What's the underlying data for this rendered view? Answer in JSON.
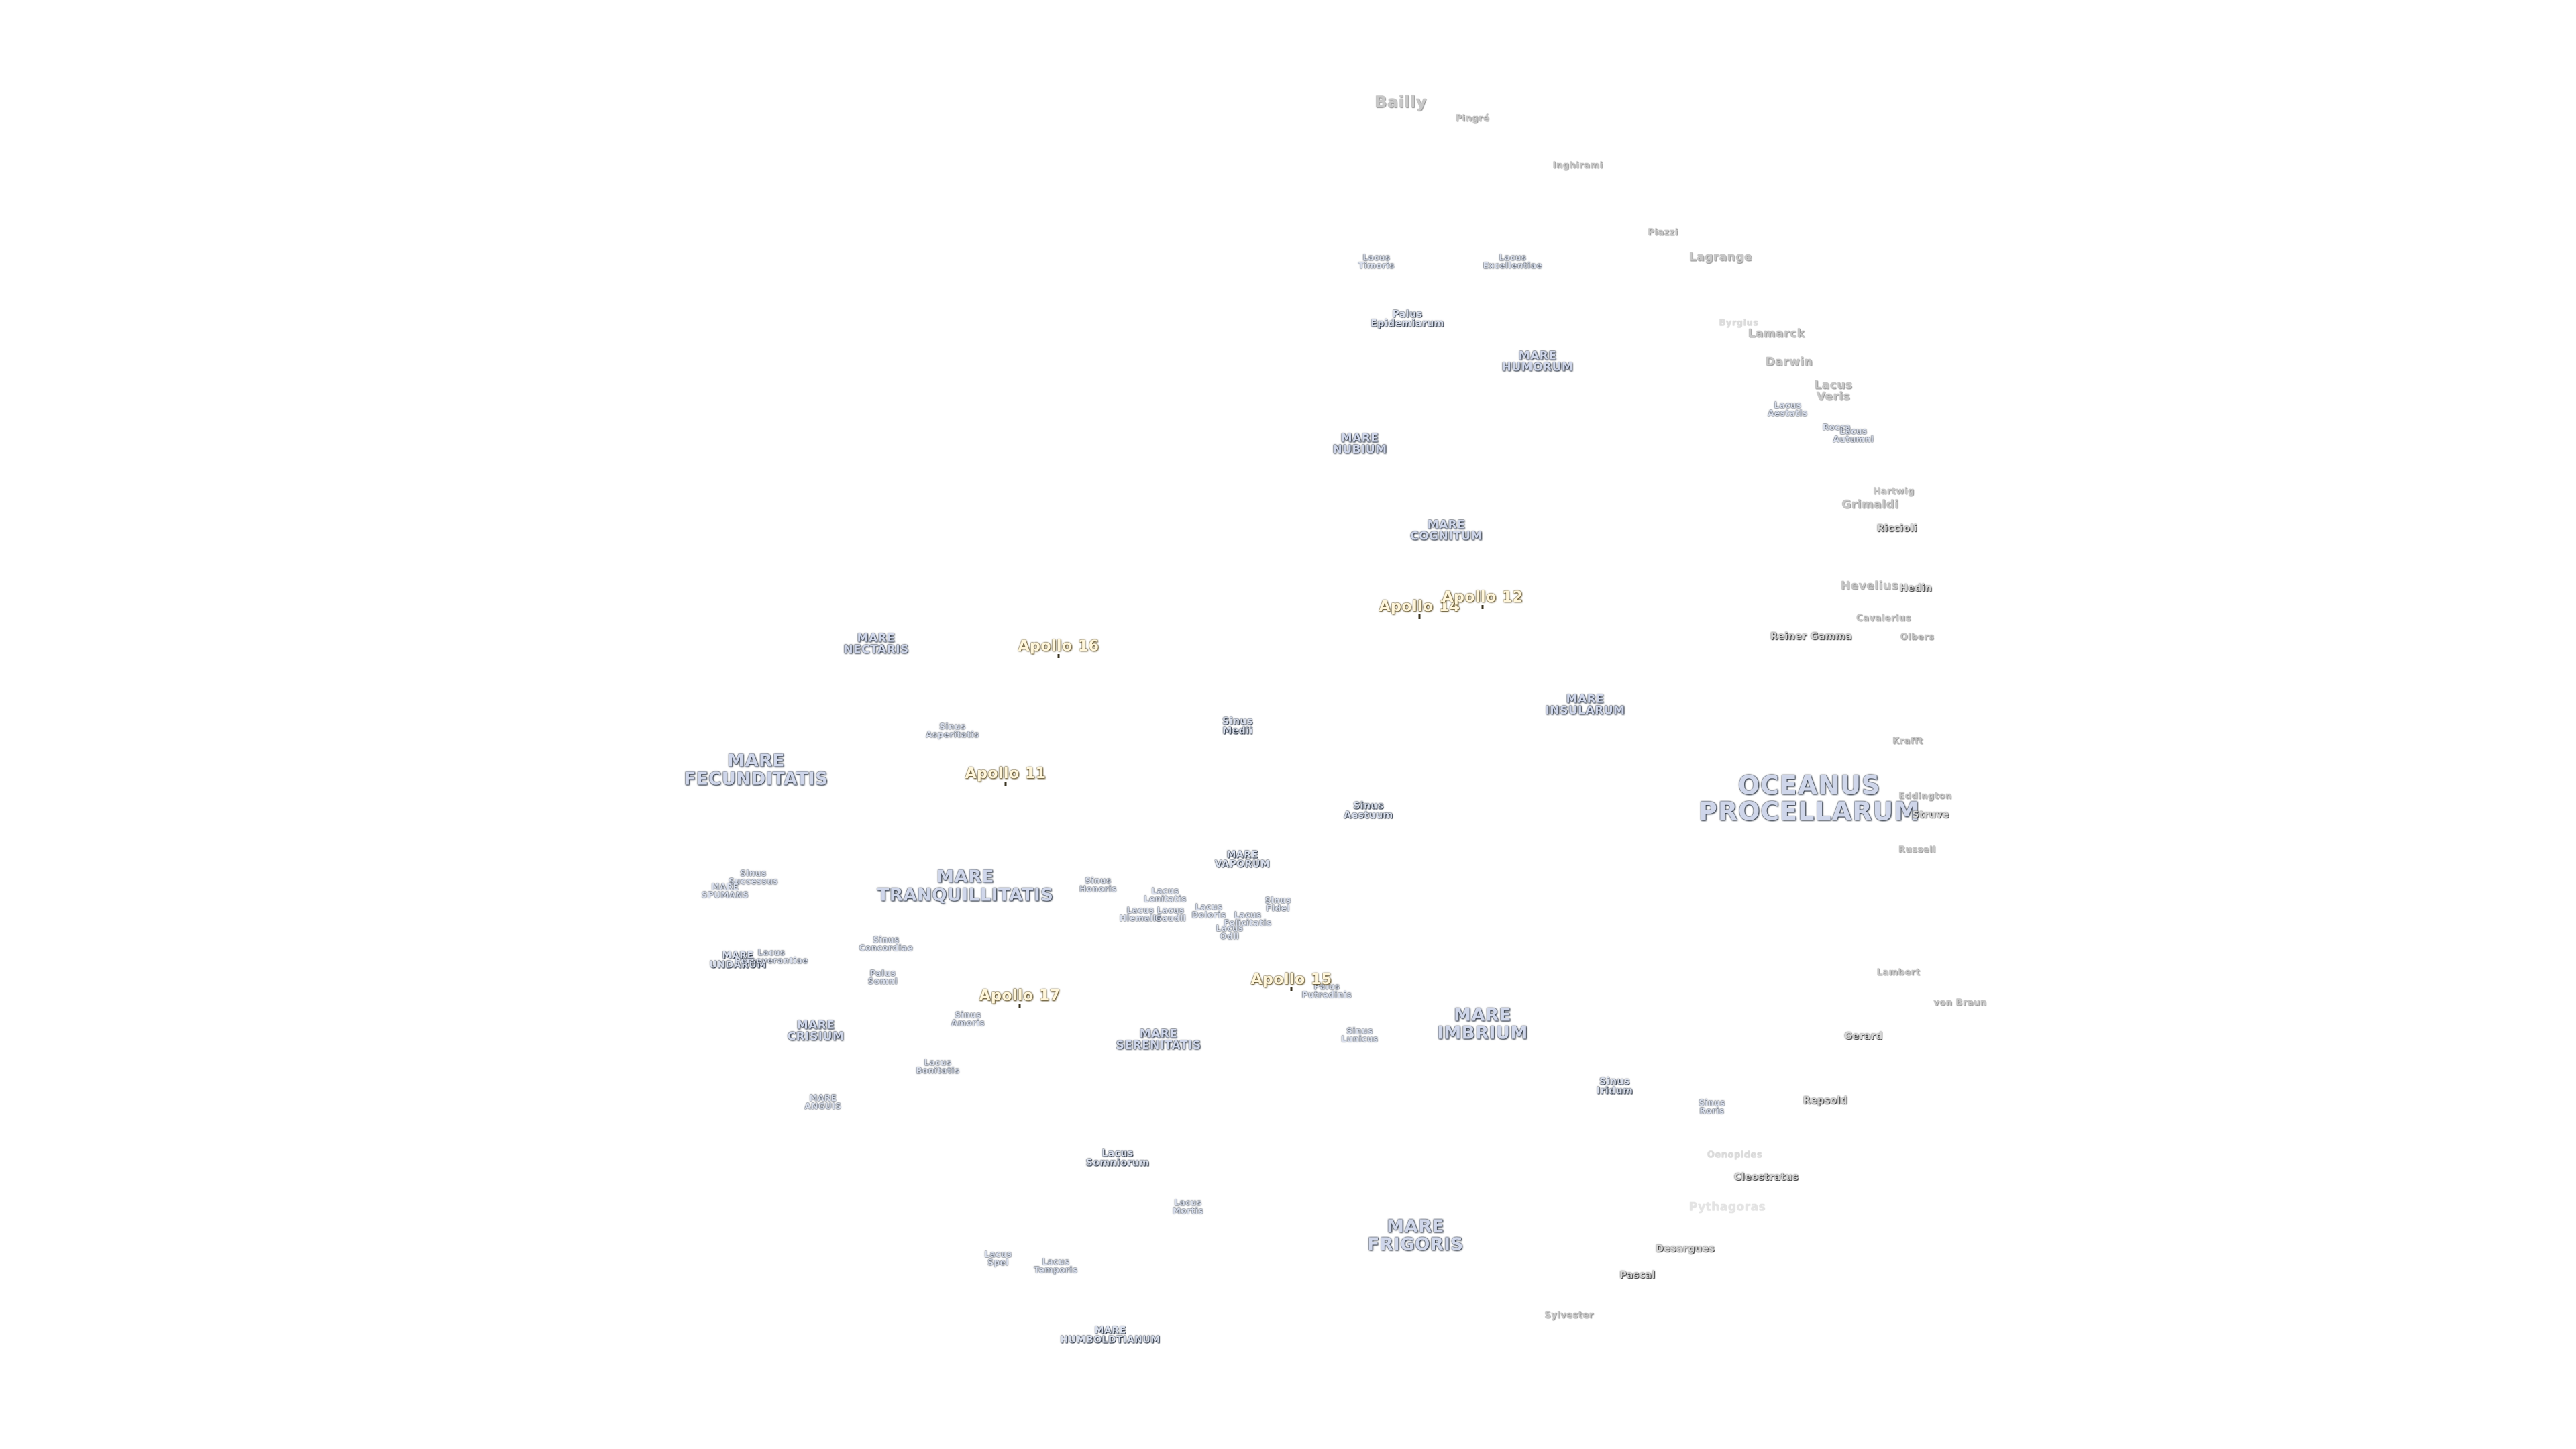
{
  "map": {
    "features": [
      {
        "name": "Bailly",
        "kind": "crater-l"
      },
      {
        "name": "Pingré",
        "kind": "crater-s"
      },
      {
        "name": "Inghirami",
        "kind": "crater-s"
      },
      {
        "name": "Piazzi",
        "kind": "crater-s"
      },
      {
        "name": "Lagrange",
        "kind": "crater"
      },
      {
        "name": "Lacus\nTimoris",
        "kind": "tiny"
      },
      {
        "name": "Lacus\nExcellentiae",
        "kind": "tiny"
      },
      {
        "name": "Palus\nEpidemiarum",
        "kind": "minor"
      },
      {
        "name": "Byrgius",
        "kind": "crater-faint"
      },
      {
        "name": "Lamarck",
        "kind": "crater"
      },
      {
        "name": "MARE\nHUMORUM",
        "kind": "mare-s"
      },
      {
        "name": "Darwin",
        "kind": "crater"
      },
      {
        "name": "Lacus\nVeris",
        "kind": "crater"
      },
      {
        "name": "Lacus\nAestatis",
        "kind": "tiny"
      },
      {
        "name": "Rocca",
        "kind": "tiny"
      },
      {
        "name": "Lacus\nAutumni",
        "kind": "tiny"
      },
      {
        "name": "MARE\nNUBIUM",
        "kind": "mare-s"
      },
      {
        "name": "Hartwig",
        "kind": "crater-s"
      },
      {
        "name": "Grimaldi",
        "kind": "crater"
      },
      {
        "name": "Riccioli",
        "kind": "crater-dark"
      },
      {
        "name": "MARE\nCOGNITUM",
        "kind": "mare-s"
      },
      {
        "name": "Hevelius",
        "kind": "crater"
      },
      {
        "name": "Hedin",
        "kind": "crater-dark"
      },
      {
        "name": "Cavalerius",
        "kind": "crater-s"
      },
      {
        "name": "Reiner Gamma",
        "kind": "crater-dark"
      },
      {
        "name": "Olbers",
        "kind": "crater-s"
      },
      {
        "name": "MARE\nNECTARIS",
        "kind": "mare-s"
      },
      {
        "name": "Sinus\nAsperitatis",
        "kind": "tiny"
      },
      {
        "name": "Sinus\nMedii",
        "kind": "minor"
      },
      {
        "name": "MARE\nINSULARUM",
        "kind": "mare-s"
      },
      {
        "name": "Krafft",
        "kind": "crater-s"
      },
      {
        "name": "MARE\nFECUNDITATIS",
        "kind": "mare"
      },
      {
        "name": "OCEANUS\nPROCELLARUM",
        "kind": "ocean"
      },
      {
        "name": "Eddington",
        "kind": "crater-s"
      },
      {
        "name": "Struve",
        "kind": "crater-dark"
      },
      {
        "name": "Sinus\nAestuum",
        "kind": "minor"
      },
      {
        "name": "Russell",
        "kind": "crater-s"
      },
      {
        "name": "MARE\nVAPORUM",
        "kind": "minor"
      },
      {
        "name": "Sinus\nSuccessus",
        "kind": "tiny"
      },
      {
        "name": "MARE\nSPUMANS",
        "kind": "tiny"
      },
      {
        "name": "MARE\nTRANQUILLITATIS",
        "kind": "mare"
      },
      {
        "name": "Sinus\nHonoris",
        "kind": "tiny"
      },
      {
        "name": "Lacus\nLenitatis",
        "kind": "tiny"
      },
      {
        "name": "Lacus\nHiemalis",
        "kind": "tiny"
      },
      {
        "name": "Lacus\nGaudii",
        "kind": "tiny"
      },
      {
        "name": "Lacus\nDoloris",
        "kind": "tiny"
      },
      {
        "name": "Lacus\nOdii",
        "kind": "tiny"
      },
      {
        "name": "Lacus\nFelicitatis",
        "kind": "tiny"
      },
      {
        "name": "Sinus\nFidei",
        "kind": "tiny"
      },
      {
        "name": "Sinus\nConcordiae",
        "kind": "tiny"
      },
      {
        "name": "MARE\nUNDARUM",
        "kind": "minor"
      },
      {
        "name": "Lacus\nPerseverantiae",
        "kind": "tiny"
      },
      {
        "name": "Palus\nSomni",
        "kind": "tiny"
      },
      {
        "name": "Lambert",
        "kind": "crater-s"
      },
      {
        "name": "Palus\nPutredinis",
        "kind": "tiny"
      },
      {
        "name": "von Braun",
        "kind": "crater-s"
      },
      {
        "name": "Sinus\nAmoris",
        "kind": "tiny"
      },
      {
        "name": "MARE\nCRISIUM",
        "kind": "mare-s"
      },
      {
        "name": "MARE\nIMBRIUM",
        "kind": "mare"
      },
      {
        "name": "MARE\nSERENITATIS",
        "kind": "mare-s"
      },
      {
        "name": "Sinus\nLunicus",
        "kind": "tiny"
      },
      {
        "name": "Gerard",
        "kind": "crater-dark"
      },
      {
        "name": "Lacus\nBonitatis",
        "kind": "tiny"
      },
      {
        "name": "Sinus\nIridum",
        "kind": "minor"
      },
      {
        "name": "MARE\nANGUIS",
        "kind": "tiny"
      },
      {
        "name": "Sinus\nRoris",
        "kind": "tiny"
      },
      {
        "name": "Repsold",
        "kind": "crater-dark"
      },
      {
        "name": "Lacus\nSomniorum",
        "kind": "minor"
      },
      {
        "name": "Oenopides",
        "kind": "crater-faint"
      },
      {
        "name": "Cleostratus",
        "kind": "crater-dark"
      },
      {
        "name": "Lacus\nMortis",
        "kind": "tiny"
      },
      {
        "name": "Pythagoras",
        "kind": "crater-faintest"
      },
      {
        "name": "MARE\nFRIGORIS",
        "kind": "mare"
      },
      {
        "name": "Desargues",
        "kind": "crater-dark"
      },
      {
        "name": "Lacus\nSpei",
        "kind": "tiny"
      },
      {
        "name": "Lacus\nTemporis",
        "kind": "tiny"
      },
      {
        "name": "Pascal",
        "kind": "crater-dark"
      },
      {
        "name": "Sylvester",
        "kind": "crater-s"
      },
      {
        "name": "MARE\nHUMBOLDTIANUM",
        "kind": "minor"
      }
    ],
    "apollo_sites": [
      {
        "name": "Apollo 14"
      },
      {
        "name": "Apollo 12"
      },
      {
        "name": "Apollo 16"
      },
      {
        "name": "Apollo 11"
      },
      {
        "name": "Apollo 15"
      },
      {
        "name": "Apollo 17"
      }
    ]
  }
}
